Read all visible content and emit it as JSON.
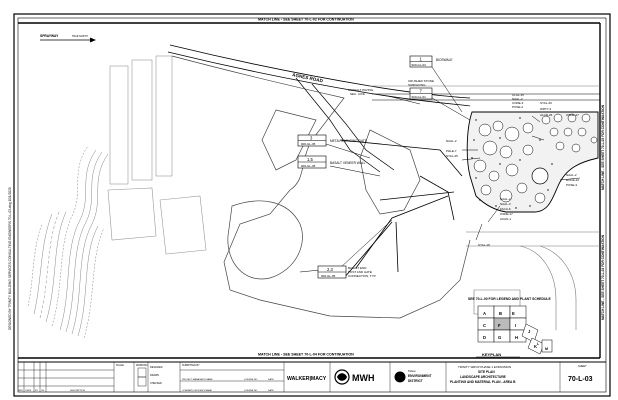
{
  "sheet": {
    "match_line_top": "MATCH LINE - SEE SHEET 70-L-02 FOR CONTINUATION",
    "match_line_bottom": "MATCH LINE - SEE SHEET 70-L-04 FOR CONTINUATION",
    "match_line_right_1": "MATCH LINE - SEE SHEET 70-L-03 FOR CONTINUATION",
    "match_line_right_2": "MATCH LINE - SEE SHEET 70-L-03 FOR CONTINUATION",
    "north_label": "SPRAYWAY",
    "north_sub": "TRUE NORTH",
    "road_label": "AGNES ROAD",
    "side_text": "DESIGNED BY TRINITY BUILDING SERVICES CONSULTING ENGINEERS 70-L-03.dwg  10/1/2020"
  },
  "notes": {
    "asphalt": [
      "ASPHALT PAVING,",
      "SEC. CIVIL"
    ],
    "crushed": [
      "CRUSHED STONE",
      "SURFACING"
    ],
    "bioswale": "BIOSWALE",
    "gate": "METAL SWINGING GATE",
    "veneer_wall": "BASALT VENEER WALL",
    "connection": [
      "BASALT END",
      "POST AND GATE",
      "CONNECTION, TYP."
    ],
    "legend_ref": "SEE 70-L-00 FOR LEGEND AND PLANT SCHEDULE"
  },
  "callouts": {
    "bioswale": {
      "num": "1",
      "ref": "900-GL-03"
    },
    "crushed": {
      "num": "7",
      "ref": "900-GL-01"
    },
    "gate": {
      "num": "3",
      "ref": "900-GL-05"
    },
    "veneer": {
      "num": "1,5",
      "ref": "900-GL-05"
    },
    "connection": {
      "num": "2,3",
      "ref": "900-GL-05"
    }
  },
  "plants": {
    "group_a": [
      "CLAL-15",
      "NAAL-2",
      "CORE-3",
      "POSE-2"
    ],
    "group_b": [
      "SYAL-26",
      "WRTY-3",
      "ALCR-26",
      "OSDE-17"
    ],
    "group_c": [
      "NAAL-2",
      "PHLE-7",
      "SYAL-25"
    ],
    "group_d": [
      "NAAL-2",
      "NAAL-3",
      "FACA-6",
      "OSDE-17",
      "ACAN-1"
    ],
    "group_e": [
      "NAAL-2",
      "ROCE-22",
      "POSE-3"
    ],
    "group_f": [
      "SYAL-18"
    ]
  },
  "keyplan": {
    "title": "KEYPLAN",
    "cells": [
      "A",
      "B",
      "C",
      "D",
      "E",
      "F",
      "G",
      "H",
      "I",
      "J",
      "K",
      "L",
      "M"
    ]
  },
  "title_block": {
    "rev_headers": [
      "REV",
      "DATE",
      "BY",
      "CH",
      "DESCRIPTION"
    ],
    "scale_label": "SCALE",
    "warning_label": "WARNING",
    "designed_label": "DESIGNED",
    "drawn_label": "DRAWN",
    "checked_label": "CHECKED",
    "submitted_label": "SUBMITTED BY",
    "project_mgr_label": "PROJECT MANAGER'S NAME",
    "company_label": "COMPANY OFFICER'S NAME",
    "license_label": "LICENSE NO.",
    "date_label": "DATE",
    "firm1": "WALKER|MACY",
    "firm2": "MWH",
    "firm3": [
      "Tahoe",
      "ENVIRONMENT",
      "DISTRICT"
    ],
    "project": "TRINITY WRCP PHASE 1 EXPANSION",
    "project_sub": "SITE PLAN",
    "drawing_title_1": "LANDSCAPE ARCHITECTURE",
    "drawing_title_2": "PLANTING AND MATERIAL PLAN - AREA B",
    "sheet_label": "SHEET",
    "sheet_number": "70-L-03"
  }
}
